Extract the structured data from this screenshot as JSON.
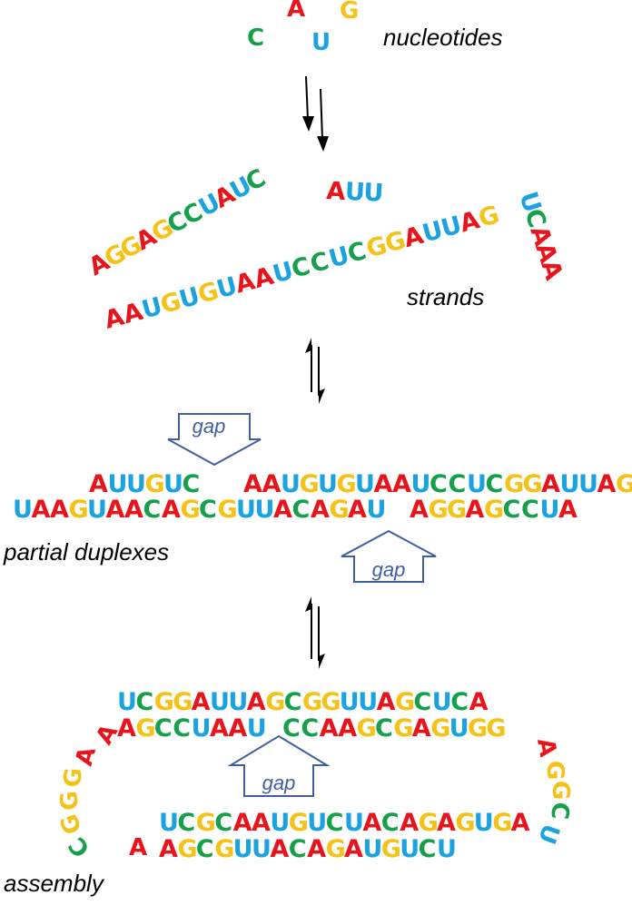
{
  "colors": {
    "A": "#e8141c",
    "G": "#f5c218",
    "C": "#16a04c",
    "U": "#1aa3e0",
    "gap_arrow": "#3f5f9f"
  },
  "labels": {
    "nucleotides": "nucleotides",
    "strands": "strands",
    "partial_duplexes": "partial duplexes",
    "assembly": "assembly"
  },
  "nucleotides": [
    "A",
    "G",
    "C",
    "U"
  ],
  "strands": [
    "AGGAGCCUAUC",
    "AUU",
    "AAUGUGUAAUCCUCGGAUUAG",
    "UCAAA"
  ],
  "partial_duplexes": {
    "top_left": "AUUGUC",
    "top_right": "AAUGUGUAAUCCUCGGAUUAG",
    "bottom_left": "UAAGUAACAGCGUUACAGAU",
    "bottom_right": "AGGAGCCUA"
  },
  "assembly": {
    "line1": "UCGGAUUAGCGGUUAGCUCA",
    "line2_left": "AGCCUAAU",
    "line2_right": "CCAAGCGAGUGG",
    "right_loop": "AGGCU",
    "line3": "UCGCAAUGUCUACAGAGUGA",
    "line4": "AGCGUUACAGAUGUCU",
    "left_loop": "AAGGGCA"
  },
  "gap_label": "gap"
}
